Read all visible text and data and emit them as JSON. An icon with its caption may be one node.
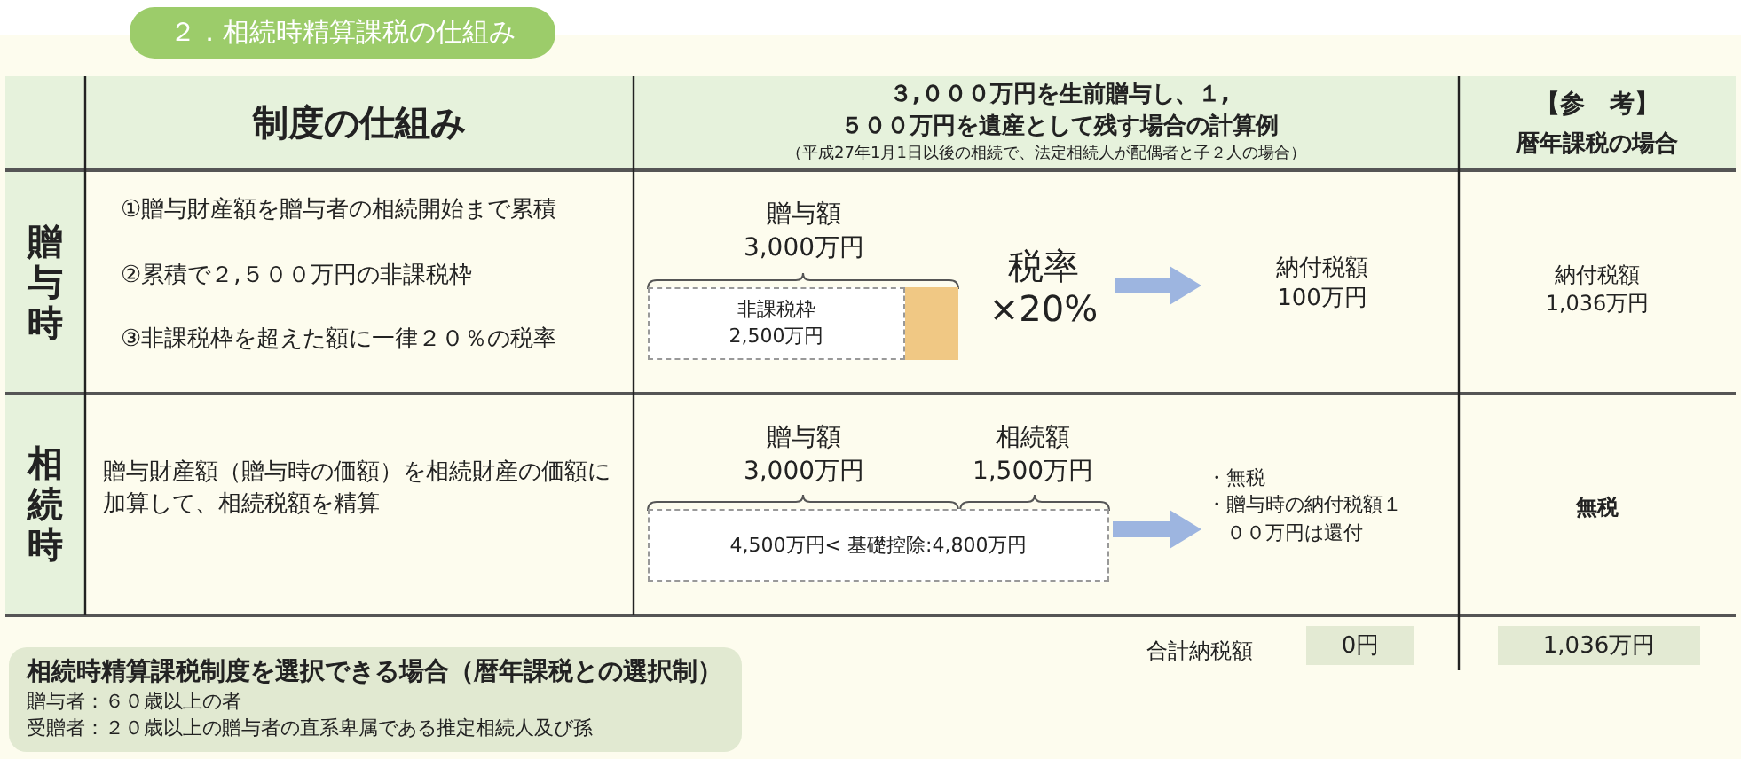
{
  "diagram": {
    "title": "２．相続時精算課税の仕組み",
    "nodes": [
      {
        "text": [
          "非課税枠2,500万円"
        ]
      },
      {
        "text": [
          "税率×20%"
        ]
      },
      {
        "text": [
          "納付税額100万円"
        ]
      },
      {
        "text": [
          "4,500万円< 基礎控除:4,800万円"
        ]
      },
      {
        "text": [
          "・無税",
          "・贈与時の納付税額１００万円は還付"
        ]
      },
      {
        "text": [
          "相続時精算課税制度を選択できる場合（暦年課税との選択制）",
          "贈与者：６０歳以上の者",
          "受贈者：２０歳以上の贈与者の直系卑属である推定相続人及び孫"
        ]
      },
      {
        "text": [
          "0円"
        ]
      },
      {
        "text": [
          "1,036万円"
        ]
      }
    ],
    "edges": [
      {
        "from": 1,
        "to": 2,
        "arrow": "to"
      },
      {
        "from": 3,
        "to": 4,
        "arrow": "to"
      }
    ],
    "labels": [
      "制度の仕組み",
      "３,０００万円を生前贈与し、１,５００万円を遺産として残す場合の計算例",
      "（平成27年1月1日以後の相続で、法定相続人が配偶者と子２人の場合）",
      "【参　考】",
      "暦年課税の場合",
      "贈与時",
      "①贈与財産額を贈与者の相続開始まで累積",
      "②累積で２,５００万円の非課税枠",
      "③非課税枠を超えた額に一律２０％の税率",
      "贈与額3,000万円",
      "納付税額1,036万円",
      "相続時",
      "贈与財産額（贈与時の価額）を相続財産の価額に加算して、相続税額を精算",
      "贈与額3,000万円",
      "相続額1,500万円",
      "無税",
      "合計納税額"
    ]
  }
}
